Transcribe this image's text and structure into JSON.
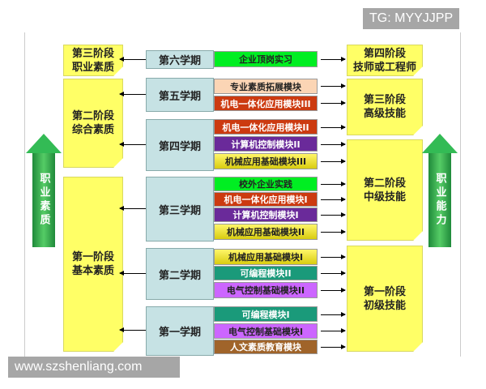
{
  "watermark_top": "TG: MYYJJPP",
  "watermark_bottom": "www.szshenliang.com",
  "left_notes": [
    {
      "line1": "第三阶段",
      "line2": "职业素质"
    },
    {
      "line1": "第二阶段",
      "line2": "综合素质"
    },
    {
      "line1": "第一阶段",
      "line2": "基本素质"
    }
  ],
  "right_notes": [
    {
      "line1": "第四阶段",
      "line2": "技师或工程师"
    },
    {
      "line1": "第三阶段",
      "line2": "高级技能"
    },
    {
      "line1": "第二阶段",
      "line2": "中级技能"
    },
    {
      "line1": "第一阶段",
      "line2": "初级技能"
    }
  ],
  "left_arrow_label": "职业素质",
  "right_arrow_label": "职业能力",
  "semesters": [
    "第六学期",
    "第五学期",
    "第四学期",
    "第三学期",
    "第二学期",
    "第一学期"
  ],
  "modules": [
    "企业顶岗实习",
    "专业素质拓展模块",
    "机电一体化应用模块III",
    "机电一体化应用模块II",
    "计算机控制模块II",
    "机械应用基础模块III",
    "校外企业实践",
    "机电一体化应用模块I",
    "计算机控制模块I",
    "机械应用基础模块II",
    "机械应用基础模块I",
    "可编程模块II",
    "电气控制基础模块II",
    "可编程模块I",
    "电气控制基础模块I",
    "人文素质教育模块"
  ],
  "colors": {
    "green": "#00ee22",
    "peach": "#fbd5b5",
    "red": "#cc3a10",
    "purple": "#6a2a9a",
    "yellow": "#f2ea2a",
    "teal": "#1a9a7a",
    "violet": "#cc66ff",
    "brown": "#a0642a",
    "note": "#ffff66",
    "semester": "#c6e2e4"
  }
}
